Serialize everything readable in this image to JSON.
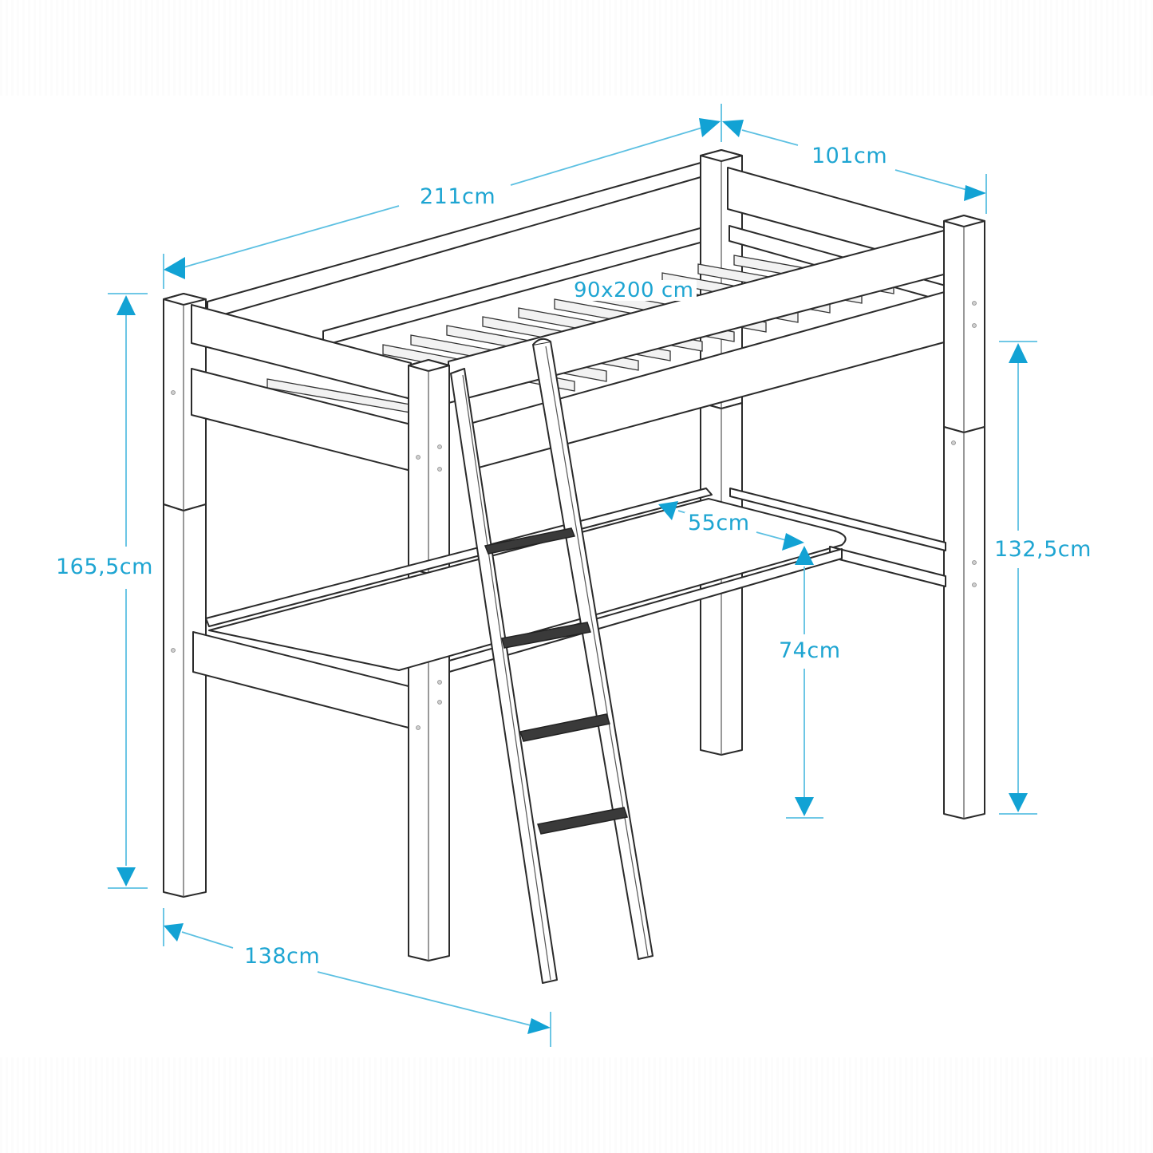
{
  "diagram": {
    "subject": "Loft bed with desk and slanted ladder",
    "line_color": "#2a2a2a",
    "dimension_color": "#1ea5d2",
    "dimensions": {
      "length": "211cm",
      "width": "101cm",
      "mattress": "90x200 cm",
      "total_height": "165,5cm",
      "underbed_height": "132,5cm",
      "desk_depth": "55cm",
      "desk_height": "74cm",
      "ladder_depth": "138cm"
    },
    "ladder": {
      "steps": 4
    }
  }
}
